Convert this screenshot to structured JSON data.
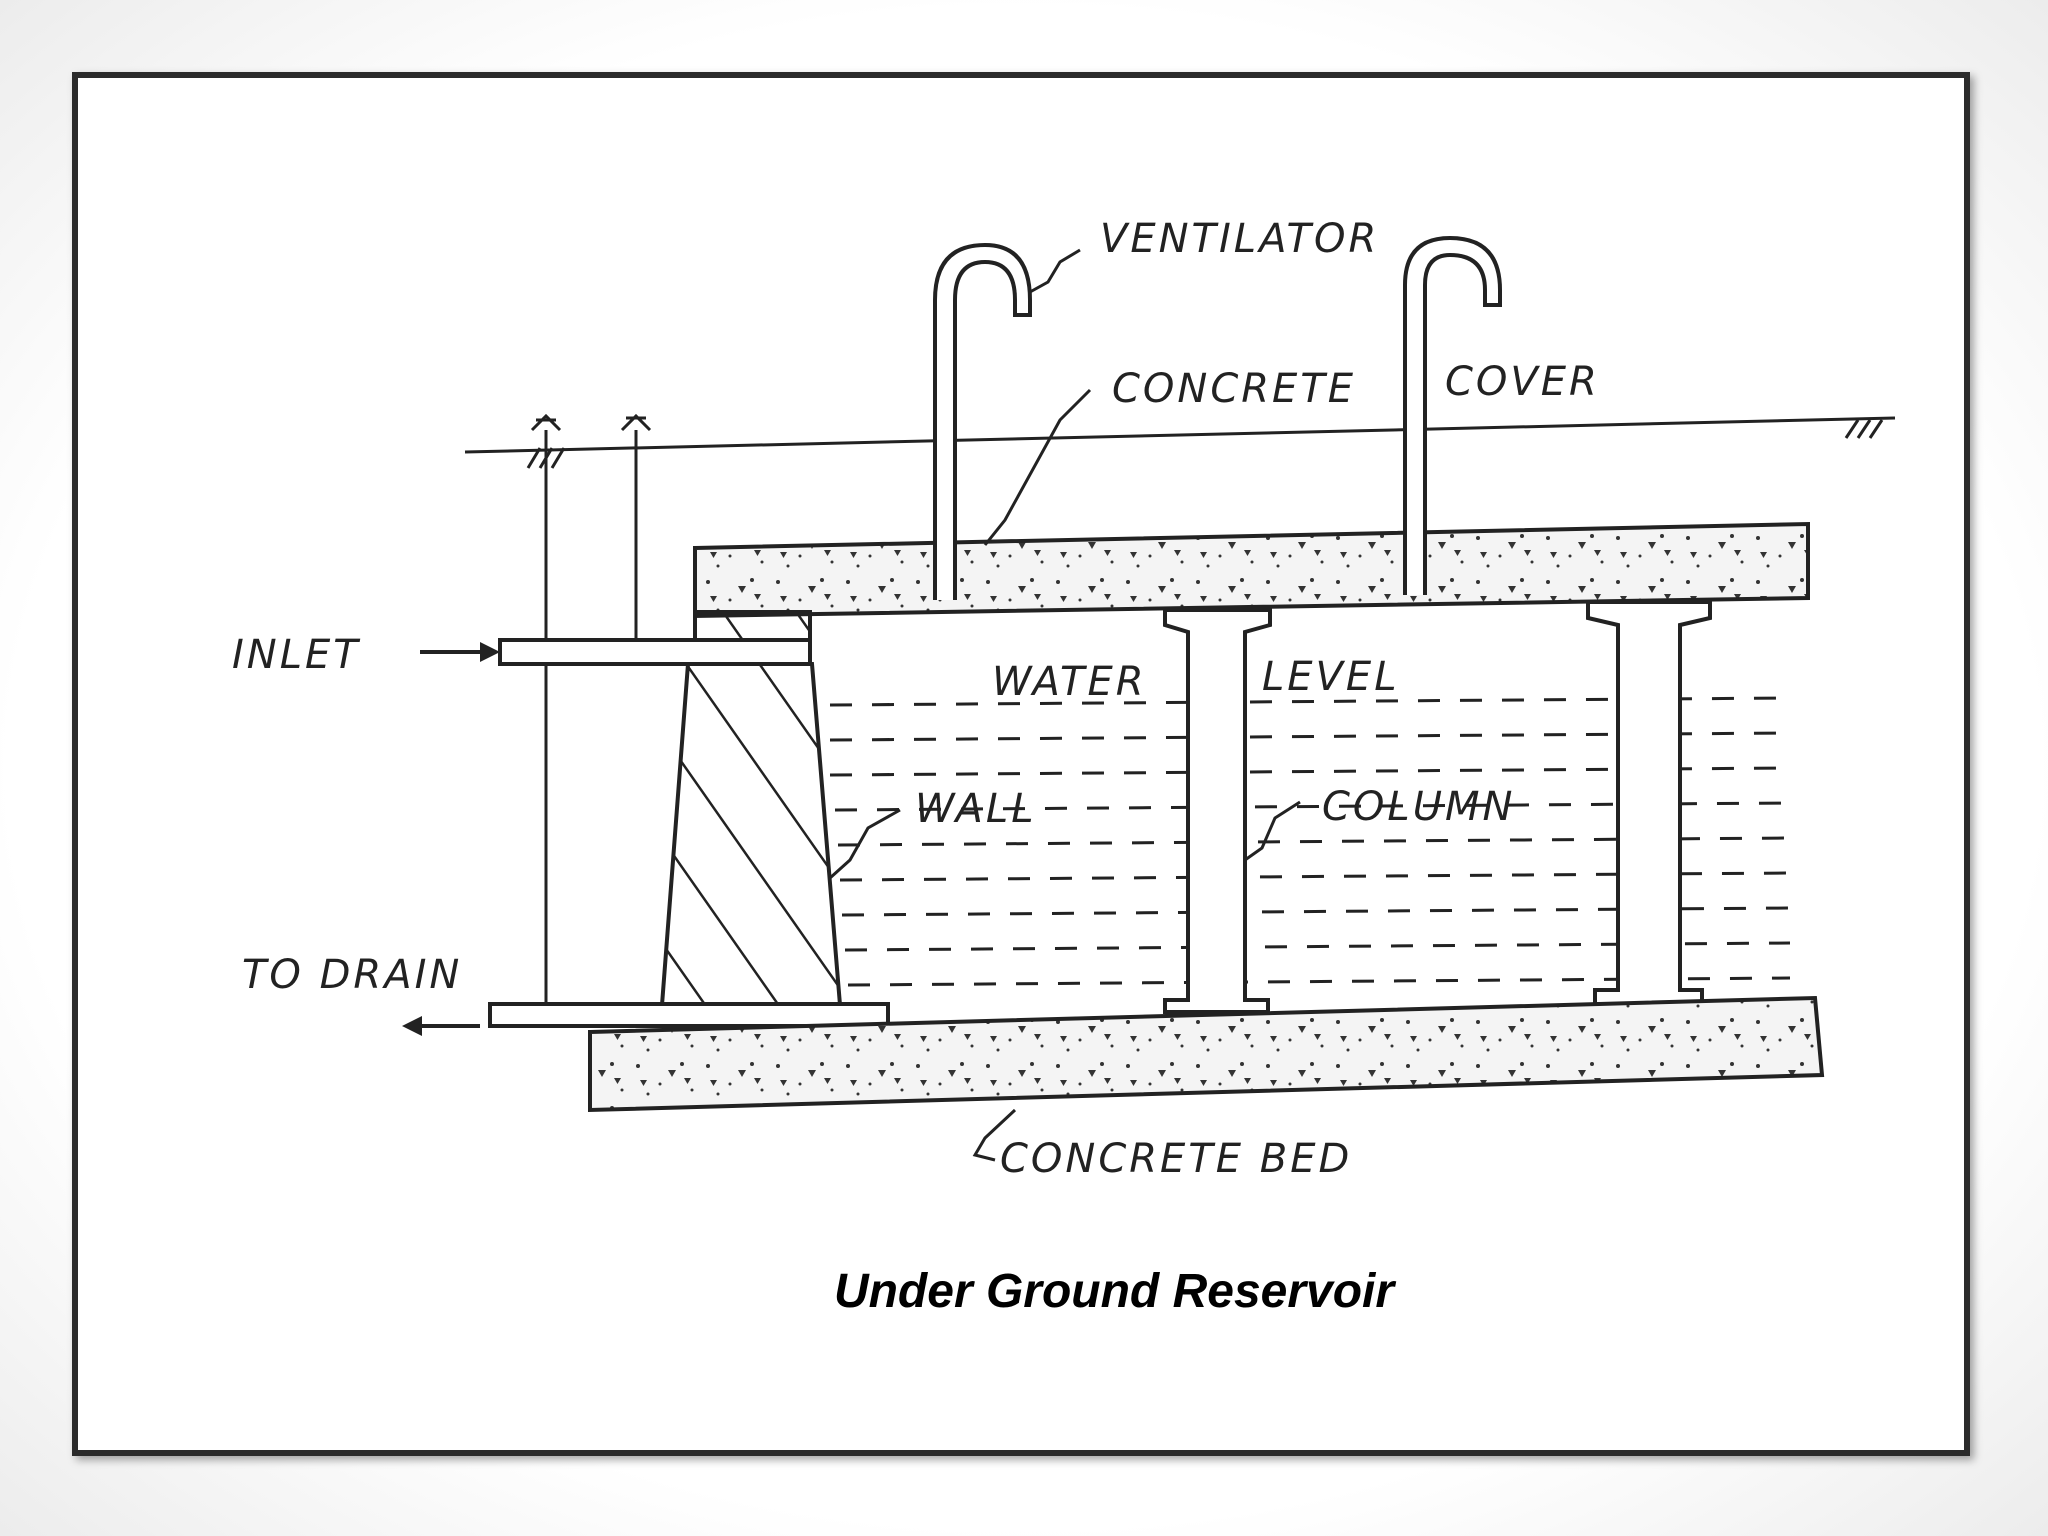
{
  "labels": {
    "ventilator": "VENTILATOR",
    "concrete": "CONCRETE",
    "cover": "COVER",
    "inlet": "INLET",
    "water": "WATER",
    "level": "LEVEL",
    "wall": "WALL",
    "column": "COLUMN",
    "to_drain": "TO DRAIN",
    "concrete_bed": "CONCRETE BED"
  },
  "caption": "Under Ground Reservoir"
}
